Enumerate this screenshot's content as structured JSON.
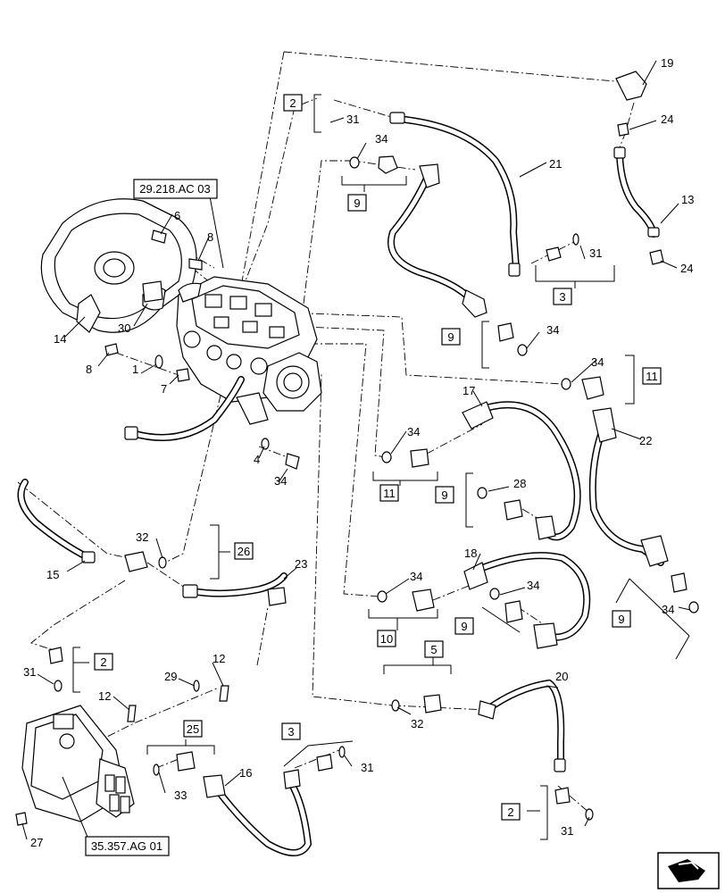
{
  "diagram": {
    "reference_boxes": [
      "29.218.AC 03",
      "35.357.AG 01"
    ],
    "boxed_callouts": [
      "2",
      "9",
      "3",
      "9",
      "11",
      "11",
      "9",
      "26",
      "9",
      "10",
      "9",
      "5",
      "2",
      "25",
      "3",
      "2"
    ],
    "callouts": [
      "19",
      "24",
      "13",
      "24",
      "31",
      "34",
      "21",
      "31",
      "6",
      "8",
      "14",
      "30",
      "8",
      "1",
      "7",
      "34",
      "34",
      "17",
      "22",
      "34",
      "28",
      "4",
      "34",
      "32",
      "15",
      "23",
      "18",
      "34",
      "34",
      "34",
      "31",
      "12",
      "29",
      "12",
      "16",
      "31",
      "33",
      "27",
      "20",
      "32",
      "31"
    ]
  }
}
